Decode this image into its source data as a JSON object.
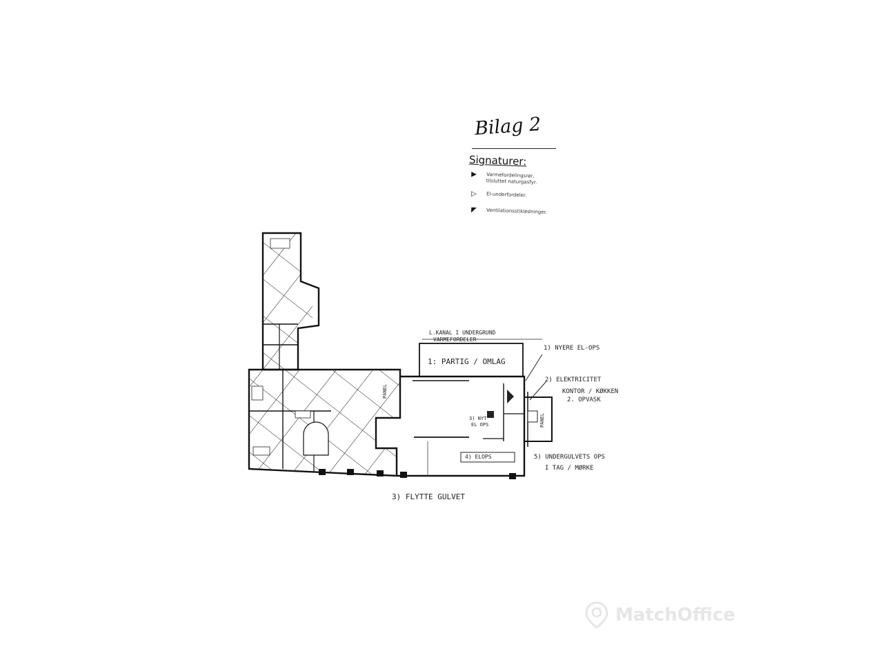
{
  "title": "Bilag 2",
  "legend": {
    "heading": "Signaturer:",
    "items": [
      {
        "symbol": "filled-arrow",
        "lines": [
          "Varmefordelingsrør,",
          "tilsluttet naturgasfyr."
        ]
      },
      {
        "symbol": "open-arrow",
        "lines": [
          "El-underfordeler."
        ]
      },
      {
        "symbol": "half-arrow",
        "lines": [
          "Ventilationsstikledninger."
        ]
      }
    ]
  },
  "annotations": {
    "top_label_line1": "L.KANAL I UNDERGRUND",
    "top_label_line2": "VARMEFORDELER",
    "room_upper": "1: PARTIG / OMLAG",
    "note_1": "1) NYERE EL-OPS",
    "note_2": "2) ELEKTRICITET",
    "note_2_sub1": "KONTOR / KØKKEN",
    "note_2_sub2": "2. OPVASK",
    "note_3": "3) NYT",
    "note_3b": "EL OPS",
    "note_4": "4) ELOPS",
    "note_5_line1": "5) UNDERGULVETS OPS",
    "note_5_line2": "I TAG / MØRKE",
    "bottom_label": "3) FLYTTE GULVET",
    "vert_label_1": "PANEL",
    "vert_label_2": "PANEL"
  },
  "watermark": {
    "text": "MatchOffice",
    "icon": "map-pin-icon"
  },
  "colors": {
    "ink": "#1a1a1a",
    "watermark": "#e6e6e6",
    "paper": "#ffffff"
  }
}
